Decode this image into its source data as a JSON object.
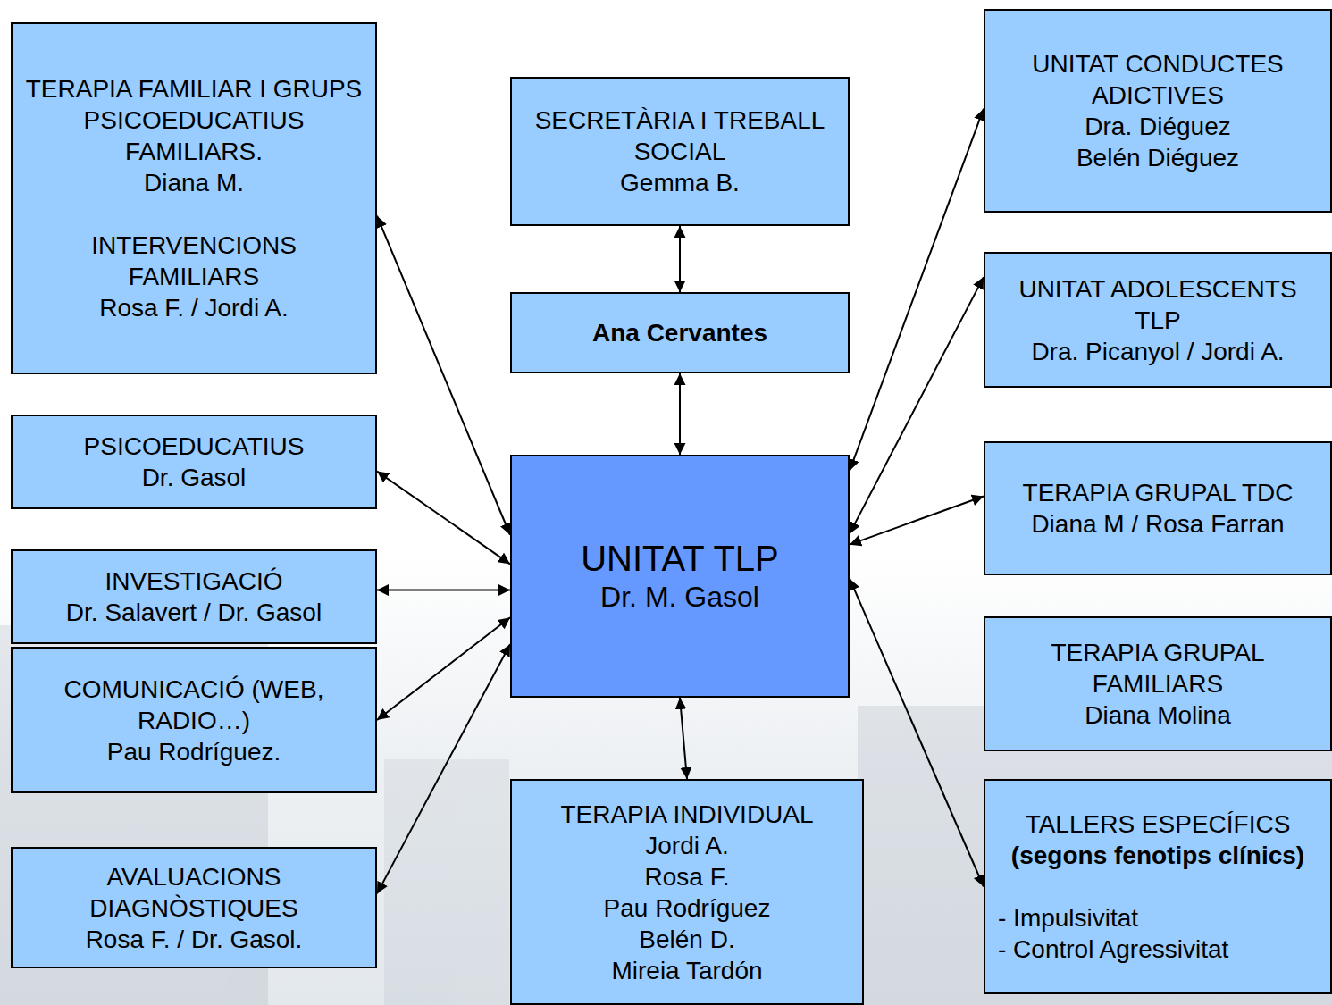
{
  "diagram": {
    "nodes": [
      {
        "text": [
          "TERAPIA FAMILIAR I GRUPS PSICOEDUCATIUS FAMILIARS.",
          "Diana M.",
          "INTERVENCIONS FAMILIARS",
          "Rosa F. / Jordi A."
        ]
      },
      {
        "text": [
          "SECRETÀRIA I TREBALL SOCIAL",
          "Gemma B."
        ]
      },
      {
        "text": [
          "UNITAT CONDUCTES ADICTIVES",
          "Dra. Diéguez",
          "Belén Diéguez"
        ]
      },
      {
        "text": [
          "Ana Cervantes"
        ]
      },
      {
        "text": [
          "UNITAT ADOLESCENTS TLP",
          "Dra. Picanyol / Jordi A."
        ]
      },
      {
        "text": [
          "PSICOEDUCATIUS",
          "Dr. Gasol"
        ]
      },
      {
        "text": [
          "UNITAT TLP",
          "Dr. M. Gasol"
        ]
      },
      {
        "text": [
          "TERAPIA GRUPAL TDC",
          "Diana M / Rosa Farran"
        ]
      },
      {
        "text": [
          "INVESTIGACIÓ",
          "Dr. Salavert / Dr. Gasol"
        ]
      },
      {
        "text": [
          "COMUNICACIÓ (WEB, RADIO…)",
          "Pau Rodríguez."
        ]
      },
      {
        "text": [
          "TERAPIA GRUPAL FAMILIARS",
          "Diana Molina"
        ]
      },
      {
        "text": [
          "AVALUACIONS DIAGNÒSTIQUES",
          "Rosa F. / Dr. Gasol."
        ]
      },
      {
        "text": [
          "TERAPIA INDIVIDUAL",
          "Jordi A.",
          "Rosa F.",
          "Pau Rodríguez",
          "Belén D.",
          "Mireia Tardón"
        ]
      },
      {
        "text": [
          "TALLERS ESPECÍFICS",
          "(segons fenotips clínics)",
          "- Impulsivitat",
          "- Control Agressivitat"
        ]
      }
    ],
    "edges": [
      {
        "from": 1,
        "to": 3,
        "arrow": "both"
      },
      {
        "from": 3,
        "to": 6,
        "arrow": "both"
      },
      {
        "from": 6,
        "to": 12,
        "arrow": "both"
      },
      {
        "from": 6,
        "to": 0,
        "arrow": "both"
      },
      {
        "from": 6,
        "to": 5,
        "arrow": "both"
      },
      {
        "from": 6,
        "to": 8,
        "arrow": "both"
      },
      {
        "from": 6,
        "to": 9,
        "arrow": "both"
      },
      {
        "from": 6,
        "to": 11,
        "arrow": "both"
      },
      {
        "from": 6,
        "to": 2,
        "arrow": "both"
      },
      {
        "from": 6,
        "to": 4,
        "arrow": "both"
      },
      {
        "from": 6,
        "to": 7,
        "arrow": "both"
      },
      {
        "from": 6,
        "to": 13,
        "arrow": "both"
      }
    ]
  }
}
